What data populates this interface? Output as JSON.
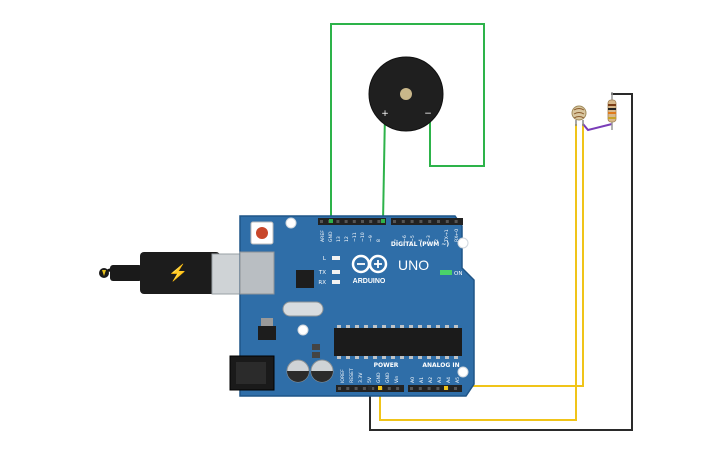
{
  "board": {
    "model": "UNO",
    "brand": "ARDUINO",
    "digital_label": "DIGITAL (PWM ~)",
    "power_label": "POWER",
    "analog_label": "ANALOG IN",
    "on_label": "ON",
    "led_labels": [
      "L",
      "TX",
      "RX"
    ],
    "digital_pins": [
      "AREF",
      "GND",
      "13",
      "12",
      "~11",
      "~10",
      "~9",
      "8",
      "7",
      "~6",
      "~5",
      "4",
      "~3",
      "2",
      "TX→1",
      "RX←0"
    ],
    "power_pins": [
      "IOREF",
      "RESET",
      "3.3V",
      "5V",
      "GND",
      "GND",
      "Vin"
    ],
    "analog_pins": [
      "A0",
      "A1",
      "A2",
      "A3",
      "A4",
      "A5"
    ]
  },
  "buzzer": {
    "plus_label": "+",
    "minus_label": "−"
  },
  "colors": {
    "board": "#2f6ea8",
    "board_edge": "#1f5587",
    "wire_green": "#2db34a",
    "wire_yellow": "#f0c419",
    "wire_black": "#2a2a2a",
    "wire_purple": "#7a3db8",
    "header": "#222222"
  }
}
